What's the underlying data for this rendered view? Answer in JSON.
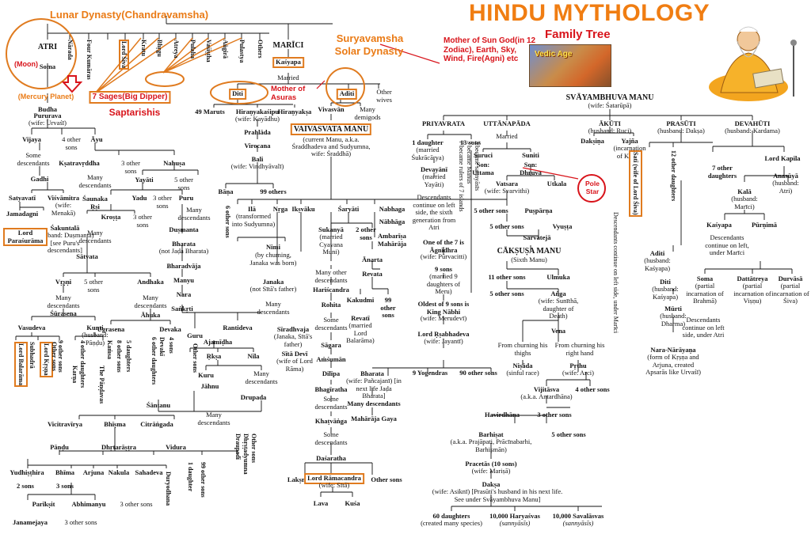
{
  "title": "HINDU MYTHOLOGY",
  "subtitle": "Family Tree",
  "vedic_label": "Vedic Age",
  "annotations": {
    "lunar": "Lunar Dynasty(Chandravamsha)",
    "moon": "(Moon)",
    "mercury": "(Mercury Planet)",
    "seven_sages": "7 Sages(Big Dipper)",
    "saptarishis": "Saptarishis",
    "solar1": "Suryavamsha",
    "solar2": "Solar Dynasty",
    "mother_sun": "Mother of Sun God(in 12  Zodiac), Earth, Sky, Wind, Fire(Agni) etc",
    "mother_asuras": "Mother of Asuras",
    "pole_star": "Pole Star"
  },
  "sages": [
    "Nārada",
    "Four Kumāras",
    "Lord Śiva",
    "Kratu",
    "Bhṛgu",
    "Atreya",
    "Pulaha",
    "Vaśiṣṭha",
    "Aṅgirā",
    "Pulastya",
    "Others"
  ],
  "nodes": {
    "atri": "ATRI",
    "soma": "Soma",
    "marici": "MARĪCI",
    "kasyapa": "Kaśyapa",
    "married": "Married",
    "diti": "Diti",
    "aditi": "Aditi",
    "other_wives": "Other wives",
    "maruts": "49 Maruts",
    "hiranyakasipu": "Hiraṇyakaśipu",
    "hiranyakasipu_wife": "(wife: Kayādhu)",
    "hiranyaksa": "Hiraṇyakṣa",
    "vivasvan": "Vivasvān",
    "many_demigods": "Many demigods",
    "prahlada": "Prahlāda",
    "virocana": "Virocana",
    "bali": "Bali",
    "bali_wife": "(wife: Vindhyāvalī)",
    "bana": "Bāṇa",
    "others99": "99 others",
    "vaivasvata": "VAIVASVATA MANU",
    "vaivasvata_d1": "(current Manu, a.k.a.",
    "vaivasvata_d2": "Śraddhadeva and Sudyumna,",
    "vaivasvata_d3": "wife: Śraddhā)",
    "budha": "Budha",
    "pururava": "Pururava",
    "pururava_wife": "(wife: Urvaśī)",
    "vijaya": "Vijaya",
    "four_other_sons": "4 other sons",
    "ayu": "Āyu",
    "some_desc": "Some descendants",
    "ksatravrddha": "Kṣatravṛddha",
    "three_other_sons": "3 other sons",
    "nahusa": "Nahuṣa",
    "gadhi": "Gadhi",
    "many_desc": "Many descendants",
    "yayati": "Yayāti",
    "five_other_sons": "5 other sons",
    "satyavati": "Satyavatī",
    "visvamitra": "Viśvāmitra",
    "visvamitra_wife": "(wife: Menakā)",
    "saunaka": "Śaunaka Ṛṣi",
    "jamadagni": "Jamadagni",
    "sakuntala": "Śakuntalā",
    "sakuntala_d": "(husband: Duṣmanta) [see Puru's descendants]",
    "parasurama": "Lord Paraśurāma",
    "yadu": "Yadu",
    "puru": "Puru",
    "krosta": "Kroṣṭa",
    "dusmanta": "Duṣmanta",
    "bharata": "Bharata",
    "bharata_d": "(not Jaḍa Bharata)",
    "satvata": "Sātvata",
    "bharadvaja": "Bharadvāja",
    "vrsni": "Vṛṣṇi",
    "andhaka": "Andhaka",
    "manyu": "Manyu",
    "surasena": "Śūrasena",
    "nara": "Nara",
    "ahuka": "Āhuka",
    "sankrti": "Saṅkṛti",
    "vasudeva": "Vasudeva",
    "kunti": "Kunti",
    "kunti_d": "(husband: Pāṇḍu)",
    "ugrasena": "Ugrasena",
    "devaka": "Devaka",
    "guru": "Guru",
    "rantideva": "Rantideva",
    "ajamidha": "Ajamīḍha",
    "rksa": "Ṛkṣa",
    "nila": "Nīla",
    "kuru": "Kuru",
    "jahnu": "Jāhnu",
    "drupada": "Drupada",
    "santanu": "Śāntanu",
    "vicitravirya": "Vicitravīrya",
    "bhisma": "Bhīṣma",
    "citrangada": "Citrāṅgada",
    "pandu": "Pāṇḍu",
    "dhrtarastra": "Dhṛtarāṣṭra",
    "vidura": "Vidura",
    "yudhisthira": "Yudhiṣṭhira",
    "bhima": "Bhīma",
    "arjuna": "Arjuna",
    "nakula": "Nakula",
    "sahadeva": "Sahadeva",
    "two_sons": "2 sons",
    "three_sons": "3 sons",
    "pariksit": "Parīkṣit",
    "abhimanyu": "Abhimanyu",
    "janamejaya": "Janamejaya",
    "ila": "Ilā",
    "ila_d": "(transformed into Sudyumna)",
    "nrga": "Nṛga",
    "iksvaku": "Ikṣvāku",
    "saryati": "Śaryāti",
    "nabhaga": "Nabhaga",
    "nabhaga2": "Nābhāga",
    "ambarisa": "Ambarīṣa Mahārāja",
    "six_other_sons": "6 other sons",
    "nimi": "Nimi",
    "nimi_d": "(by churning, Janaka was born)",
    "janaka": "Janaka",
    "janaka_d": "(not Sītā's father)",
    "sukanya": "Sukanyā",
    "sukanya_d": "(married Cyavana Muni)",
    "two_other_sons": "2 other sons",
    "anarta": "Ānarta",
    "revata": "Revata",
    "many_other_desc": "Many other descendants",
    "hariscandra": "Hariścandra",
    "rohita": "Rohita",
    "kakudmi": "Kakudmi",
    "ninety_nine_other_sons": "99 other sons",
    "revati": "Revatī",
    "revati_d": "(married Lord Balarāma)",
    "siradhvaja": "Sīradhvaja",
    "siradhvaja_d": "(Janaka, Sītā's father)",
    "sita_devi": "Sītā Devī",
    "sita_devi_d": "(wife of Lord Rāma)",
    "sagara": "Sāgara",
    "amsuman": "Aṁśumān",
    "dilipa": "Dilīpa",
    "bhagiratha": "Bhagīratha",
    "khatvanga": "Khaṭvāṅga",
    "dasaratha": "Daśaratha",
    "laksmana": "Lakṣmaṇa",
    "lord_rama": "Lord Rāmacandra",
    "lord_rama_d": "(wife: Sītā)",
    "other_sons": "Other sons",
    "lava": "Lava",
    "kusa": "Kuśa",
    "svayambhuva": "SVĀYAMBHUVA MANU",
    "svayambhuva_d": "(wife: Śatarūpā)",
    "priyavrata": "PRIYAVRATA",
    "uttanapada": "UTTĀNAPĀDA",
    "akuti": "ĀKŪTI",
    "akuti_d": "(husband: Ruci)",
    "prasuti": "PRASŪTI",
    "prasuti_d": "(husband: Dakṣa)",
    "devahuti": "DEVAHŪTI",
    "devahuti_d": "(husband: Kardama)",
    "one_daughter": "1 daughter",
    "one_daughter_d": "(married Śukrācārya)",
    "thirteen_sons": "13 sons",
    "devayani": "Devayānī",
    "devayani_d": "(married Yayāti)",
    "desc_left": "Descendants continue on left side, the sixth generation from Atri",
    "suruci": "Suruci",
    "suniti": "Suniti",
    "son_uttama": "Son: Uttama",
    "son_dhruva": "Son: Dhruva",
    "daksina": "Dakṣiṇa",
    "yajna": "Yajña",
    "yajna_d": "(incarnation of Kṛṣṇa)",
    "vatsara": "Vatsara",
    "vatsara_d": "(wife: Svarvithi)",
    "utkala": "Utkala",
    "puspama": "Puṣpārṇa",
    "vyusta": "Vyuṣṭa",
    "sarvateja": "Sarvatejā",
    "caksusa": "CĀKṢUṢA MANU",
    "caksusa_d": "(Sixth Manu)",
    "eleven_other_sons": "11 other sons",
    "ulmuka": "Ulmuka",
    "anga": "Aṅga",
    "anga_d": "(wife: Sunīthā, daughter of Death)",
    "vena": "Vena",
    "churn_thighs": "From churning his thighs",
    "churn_right": "From churning his right hand",
    "nisada": "Niṣāda",
    "nisada_d": "(sinful race)",
    "prthu": "Pṛthu",
    "prthu_d": "(wife: Arci)",
    "vijitasva": "Vijitāsva",
    "vijitasva_d": "(a.k.a. Antardhāna)",
    "havirdhana": "Havirdhāna",
    "barhisat": "Barhiṣat",
    "barhisat_d": "(a.k.a. Prajāpati, Prācīnabarhi, Barhiṣmān)",
    "pracetas": "Pracetās (10 sons)",
    "pracetas_d": "(wife: Mariṣā)",
    "daksa": "Dakṣa",
    "daksa_d": "(wife: Asiknī) [Prasūti's husband in his next life. See under Svāyambhuva Manu]",
    "sixty_daughters": "60 daughters",
    "sixty_daughters_d": "(created many species)",
    "haryasvas": "10,000 Haryaśvas",
    "haryasvas_d": "(sannyāsīs)",
    "savalasvas": "10,000 Savalāsvas",
    "savalasvas_d": "(sannyāsīs)",
    "one_of_seven": "One of the 7 is Āgnīdhra",
    "one_of_seven_d": "(wife: Pūrvacitti)",
    "nine_sons": "9 sons",
    "nine_sons_d": "(married 9 daughters of Meru)",
    "oldest_nine": "Oldest of 9 sons is King Nābhi",
    "oldest_nine_d": "(wife: Merudevī)",
    "rsabhadeva": "Lord Ṛṣabhadeva",
    "rsabhadeva_d": "(wife: Jayantī)",
    "nine_yogendras": "9 Yogendras",
    "ninety_other_sons": "90 other sons",
    "bharata2": "Bharata",
    "bharata2_d": "(wife: Pañcajanī) [in next life Jaḍa Bharata]",
    "maharaja_gaya": "Mahārāja Gaya",
    "aditi2": "Aditi",
    "aditi2_d": "(husband: Kaśyapa)",
    "diti2": "Diti",
    "diti2_d": "(husband: Kaśyapa)",
    "murti": "Mūrti",
    "murti_d": "(husband: Dharma)",
    "nara_narayana": "Nara-Nārāyaṇa",
    "nara_narayana_d": "(form of Kṛṣṇa and Arjuna, created Apsarās like Urvaśī)",
    "seven_other_daughters": "7 other daughters",
    "lord_kapila": "Lord Kapila",
    "kala": "Kalā",
    "kala_d": "(husband: Marīci)",
    "anasuya": "Anasūyā",
    "anasuya_d": "(husband: Atri)",
    "kasyapa2": "Kaśyapa",
    "purnima": "Pūrṇimā",
    "desc_marici": "Descendants continue on left, under Marīci",
    "soma2": "Soma",
    "soma2_d": "(partial incarnation of Brahmā)",
    "dattatreya": "Dattātreya",
    "dattatreya_d": "(partial incarnation of Viṣṇu)",
    "durvasa": "Durvāsā",
    "durvasa_d": "(partial incarnation of Śiva)",
    "desc_atri": "Descendants continue on left side, under Atri",
    "sati": "Satī (wife of Lord Śiva)",
    "twelve_daughters": "12 other daughters",
    "desc_marici_v": "Descendants continue on left side, under Marīci"
  },
  "vertical": {
    "kunti_sons": "9 other sons",
    "four_daughters": "4 other daughters",
    "karna": "Karṇa",
    "pandavas": "The Pāṇḍavas",
    "lord_balarama": "Lord Balarāma",
    "subhadra": "Subhadrā",
    "lord_krsna": "Lord Kṛṣṇa",
    "other_sons_v": "Other sons",
    "kamsa": "Kaṁsa",
    "eight_sons": "8 other sons",
    "five_daughters": "5 daughters",
    "devaki": "Devakī",
    "six_other_daughters": "6 other daughters",
    "four_sons": "4 sons",
    "other_sons_guru": "Other sons",
    "draupadi": "Draupadī",
    "dhrstadyumna": "Dhṛṣṭadyumna",
    "other_sons_dr": "Other sons",
    "duryodhana": "Duryodhana",
    "one_daughter_v": "1 daughter",
    "ninety_nine_v": "99 other sons",
    "became_sannyasis": "3 became sannyāsīs",
    "became_manus": "3 became Manus",
    "became_rulers": "7 became rulers of 7 islands",
    "desc_marici": "Descendants continue on left side, under Marīci"
  }
}
